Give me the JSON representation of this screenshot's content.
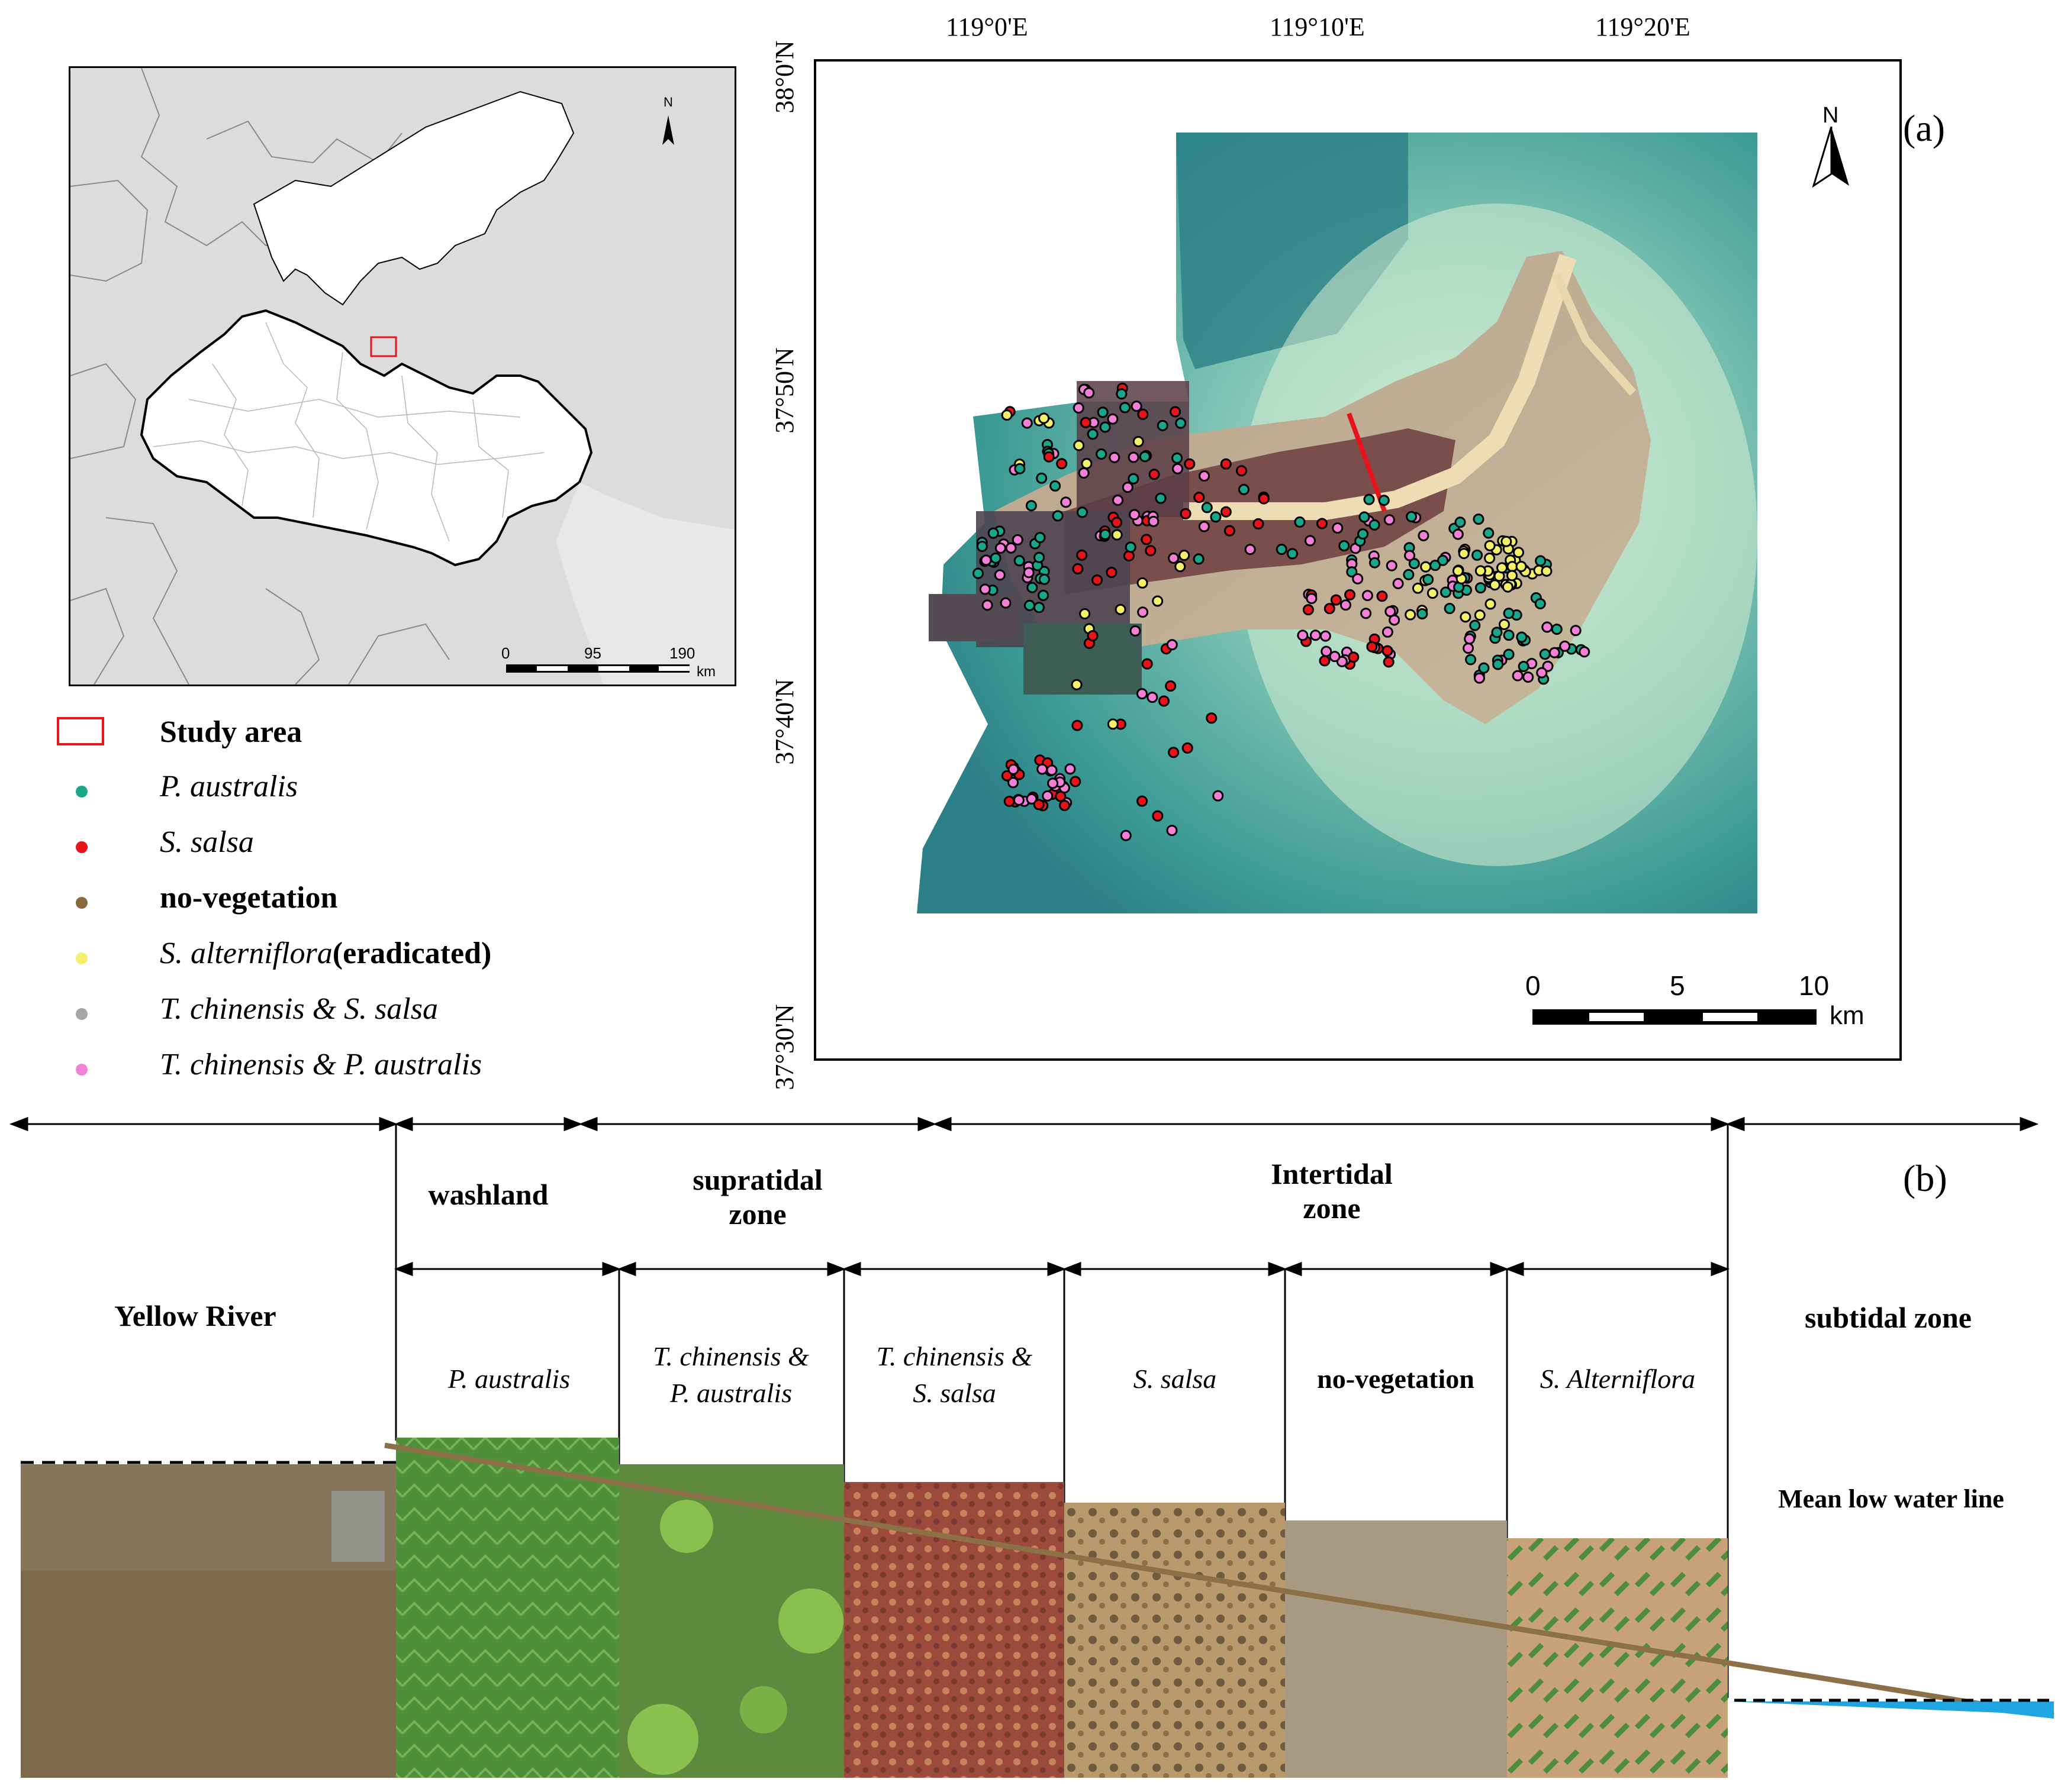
{
  "inset_map": {
    "north_label": "N",
    "scale": {
      "ticks": [
        "0",
        "95",
        "190"
      ],
      "unit": "km"
    },
    "study_area_box_color": "#e8141b"
  },
  "legend": {
    "items": [
      {
        "label": "Study area",
        "style": "bold",
        "symbol": "red-rectangle",
        "color": "#e8141b"
      },
      {
        "label": "P. australis",
        "style": "italic",
        "symbol": "dot",
        "color": "#1aa68a"
      },
      {
        "label": "S. salsa",
        "style": "italic",
        "symbol": "dot",
        "color": "#e8141b"
      },
      {
        "label": "no-vegetation",
        "style": "bold",
        "symbol": "dot",
        "color": "#8a6a3c"
      },
      {
        "label_italic": "S. alterniflora",
        "label_plain": "(eradicated)",
        "style": "mixed",
        "symbol": "dot",
        "color": "#f4f06a"
      },
      {
        "label": "T. chinensis & S. salsa",
        "style": "italic",
        "symbol": "dot",
        "color": "#a5a5a5"
      },
      {
        "label": "T. chinensis & P. australis",
        "style": "italic",
        "symbol": "dot",
        "color": "#f47fd6"
      }
    ]
  },
  "main_map": {
    "panel_label": "(a)",
    "north_label": "N",
    "lon_ticks": [
      "119°0'E",
      "119°10'E",
      "119°20'E"
    ],
    "lat_ticks": [
      "38°0'N",
      "37°50'N",
      "37°40'N",
      "37°30'N"
    ],
    "scale": {
      "ticks": [
        "0",
        "5",
        "10"
      ],
      "unit": "km"
    }
  },
  "profile": {
    "panel_label": "(b)",
    "zones_top": {
      "washland": "washland",
      "supratidal": "supratidal\nzone",
      "intertidal": "Intertidal\nzone"
    },
    "yellow_river": "Yellow River",
    "subtidal": "subtidal zone",
    "mean_low_water": "Mean low water line",
    "vegetation": [
      {
        "label": "P. australis",
        "style": "italic"
      },
      {
        "label": "T. chinensis &\nP. australis",
        "style": "italic"
      },
      {
        "label": "T. chinensis &\nS. salsa",
        "style": "italic"
      },
      {
        "label": "S. salsa",
        "style": "italic"
      },
      {
        "label": "no-vegetation",
        "style": "bold"
      },
      {
        "label": "S. Alterniflora",
        "style": "italic"
      }
    ],
    "colors": {
      "ground_line": "#8c7148",
      "water": "#1fa6e2"
    }
  }
}
